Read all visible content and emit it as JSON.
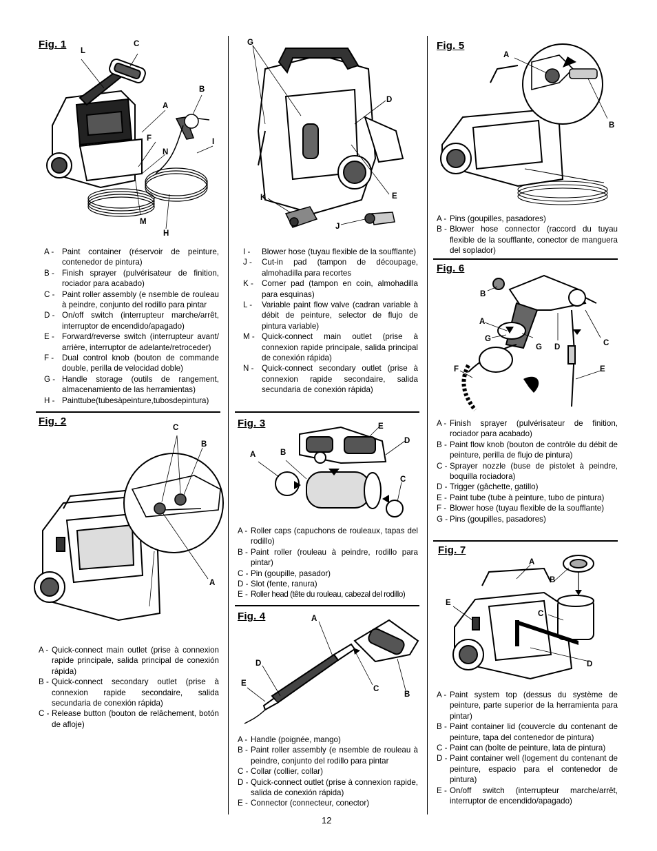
{
  "page_number": "12",
  "fig1": {
    "title": "Fig. 1",
    "callouts": [
      "L",
      "C",
      "B",
      "A",
      "F",
      "N",
      "I",
      "M",
      "H"
    ],
    "legend": [
      {
        "k": "A -",
        "v": "Paint container (réservoir de peinture, contenedor de pintura)"
      },
      {
        "k": "B -",
        "v": "Finish sprayer (pulvérisateur de finition, rociador para acabado)"
      },
      {
        "k": "C -",
        "v": "Paint roller assembly (e nsemble de rouleau à peindre, conjunto del rodillo para pintar"
      },
      {
        "k": "D -",
        "v": "On/off switch (interrupteur marche/arrêt, interruptor de encendido/apagado)"
      },
      {
        "k": "E -",
        "v": "Forward/reverse switch (interrupteur avant/ arrière, interruptor de adelante/retroceder)"
      },
      {
        "k": "F -",
        "v": "Dual control knob (bouton de commande double, perilla de velocidad doble)"
      },
      {
        "k": "G -",
        "v": "Handle storage (outils de rangement, almacenamiento de las herramientas)"
      },
      {
        "k": "H -",
        "v": "Painttube(tubesàpeinture,tubosdepintura)"
      }
    ]
  },
  "fig1b": {
    "callouts": [
      "G",
      "D",
      "K",
      "E",
      "J"
    ],
    "legend": [
      {
        "k": "I -",
        "v": "Blower hose (tuyau flexible de la soufflante)"
      },
      {
        "k": "J -",
        "v": "Cut-in pad (tampon de découpage, almohadilla para recortes"
      },
      {
        "k": "K -",
        "v": "Corner pad (tampon en coin, almohadilla para esquinas)"
      },
      {
        "k": "L -",
        "v": "Variable paint flow valve (cadran variable à débit de peinture, selector de flujo de pintura variable)"
      },
      {
        "k": "M -",
        "v": "Quick-connect main outlet (prise à connexion rapide principale, salida principal de conexión rápida)"
      },
      {
        "k": "N -",
        "v": "Quick-connect secondary outlet (prise à connexion rapide secondaire, salida secundaria de conexión rápida)"
      }
    ]
  },
  "fig2": {
    "title": "Fig. 2",
    "callouts": [
      "C",
      "B",
      "A"
    ],
    "legend": [
      {
        "k": "A -",
        "v": "Quick-connect main outlet (prise à connexion rapide principale, salida principal de conexión rápida)"
      },
      {
        "k": "B -",
        "v": "Quick-connect secondary outlet (prise à connexion rapide secondaire, salida secundaria de conexión rápida)"
      },
      {
        "k": "C -",
        "v": "Release button (bouton de relâchement, botón de afloje)"
      }
    ]
  },
  "fig3": {
    "title": "Fig. 3",
    "callouts": [
      "E",
      "D",
      "A",
      "B",
      "C"
    ],
    "legend": [
      {
        "k": "A -",
        "v": "Roller caps (capuchons de rouleaux, tapas del rodillo)"
      },
      {
        "k": "B -",
        "v": "Paint roller (rouleau à peindre, rodillo para pintar)"
      },
      {
        "k": "C -",
        "v": "Pin (goupille, pasador)"
      },
      {
        "k": "D -",
        "v": "Slot (fente, ranura)"
      },
      {
        "k": "E -",
        "v": "Roller head (tête du rouleau, cabezal del rodillo)"
      }
    ]
  },
  "fig4": {
    "title": "Fig. 4",
    "callouts": [
      "A",
      "D",
      "E",
      "C",
      "B"
    ],
    "legend": [
      {
        "k": "A -",
        "v": "Handle (poignée, mango)"
      },
      {
        "k": "B -",
        "v": "Paint roller assembly (e nsemble de rouleau à peindre, conjunto del rodillo para pintar"
      },
      {
        "k": "C -",
        "v": "Collar (collier, collar)"
      },
      {
        "k": "D -",
        "v": "Quick-connect outlet (prise à connexion rapide, salida de conexión rápida)"
      },
      {
        "k": "E -",
        "v": "Connector (connecteur, conector)"
      }
    ]
  },
  "fig5": {
    "title": "Fig. 5",
    "callouts": [
      "A",
      "B"
    ],
    "legend": [
      {
        "k": "A -",
        "v": "Pins (goupilles, pasadores)"
      },
      {
        "k": "B -",
        "v": "Blower hose connector (raccord du tuyau flexible de la soufflante, conector de manguera del soplador)"
      }
    ]
  },
  "fig6": {
    "title": "Fig. 6",
    "callouts": [
      "B",
      "A",
      "G",
      "G",
      "D",
      "C",
      "F",
      "E"
    ],
    "legend": [
      {
        "k": "A -",
        "v": "Finish sprayer (pulvérisateur de finition, rociador para acabado)"
      },
      {
        "k": "B -",
        "v": "Paint flow knob (bouton de contrôle du débit de peinture, perilla de flujo de pintura)"
      },
      {
        "k": "C -",
        "v": "Sprayer nozzle (buse de pistolet à peindre, boquilla rociadora)"
      },
      {
        "k": "D -",
        "v": "Trigger (gâchette, gatillo)"
      },
      {
        "k": "E -",
        "v": "Paint tube (tube à peinture, tubo de pintura)"
      },
      {
        "k": "F -",
        "v": "Blower hose (tuyau flexible de la soufflante)"
      },
      {
        "k": "G -",
        "v": "Pins (goupilles, pasadores)"
      }
    ]
  },
  "fig7": {
    "title": "Fig. 7",
    "callouts": [
      "A",
      "B",
      "E",
      "C",
      "D"
    ],
    "legend": [
      {
        "k": "A -",
        "v": "Paint system top (dessus du système de peinture, parte superior de la herramienta para pintar)"
      },
      {
        "k": "B -",
        "v": "Paint container lid (couvercle du contenant de peinture, tapa del contenedor de pintura)"
      },
      {
        "k": "C -",
        "v": "Paint can (boîte de peinture, lata de pintura)"
      },
      {
        "k": "D -",
        "v": "Paint container well (logement du contenant de peinture, espacio para el contenedor de pintura)"
      },
      {
        "k": "E -",
        "v": "On/off switch (interrupteur marche/arrêt, interruptor de encendido/apagado)"
      }
    ]
  }
}
